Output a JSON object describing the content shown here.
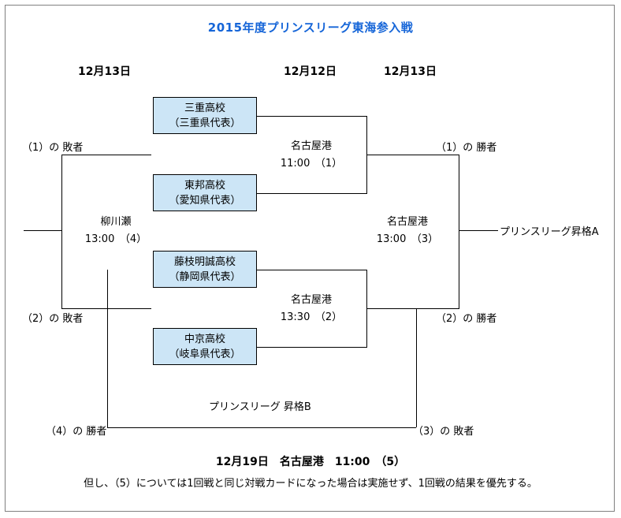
{
  "page": {
    "title": "2015年度プリンスリーグ東海参入戦",
    "title_color": "#1565d8",
    "box_fill_color": "#cce5f6",
    "border_color": "#000000"
  },
  "date_headers": [
    {
      "label": "12月13日"
    },
    {
      "label": "12月12日"
    },
    {
      "label": "12月13日"
    }
  ],
  "teams": [
    {
      "name": "三重高校",
      "prefecture": "（三重県代表）"
    },
    {
      "name": "東邦高校",
      "prefecture": "（愛知県代表）"
    },
    {
      "name": "藤枝明誠高校",
      "prefecture": "（静岡県代表）"
    },
    {
      "name": "中京高校",
      "prefecture": "（岐阜県代表）"
    }
  ],
  "matches": [
    {
      "venue": "名古屋港",
      "time": "11:00　（1）"
    },
    {
      "venue": "名古屋港",
      "time": "13:30　（2）"
    },
    {
      "venue": "名古屋港",
      "time": "13:00　（3）"
    },
    {
      "venue": "柳川瀬",
      "time": "13:00　（4）"
    }
  ],
  "qualifiers": {
    "loser_1": "（1）の 敗者",
    "loser_2": "（2）の 敗者",
    "winner_1": "（1）の 勝者",
    "winner_2": "（2）の 勝者",
    "winner_4": "（4）の 勝者",
    "loser_3": "（3）の 敗者"
  },
  "promotions": {
    "a": "プリンスリーグ昇格A",
    "b": "プリンスリーグ 昇格B"
  },
  "footer": {
    "final_match": "12月19日　名古屋港　11:00　（5）",
    "condition": "但し、（5）については1回戦と同じ対戦カードになった場合は実施せず、1回戦の結果を優先する。"
  }
}
